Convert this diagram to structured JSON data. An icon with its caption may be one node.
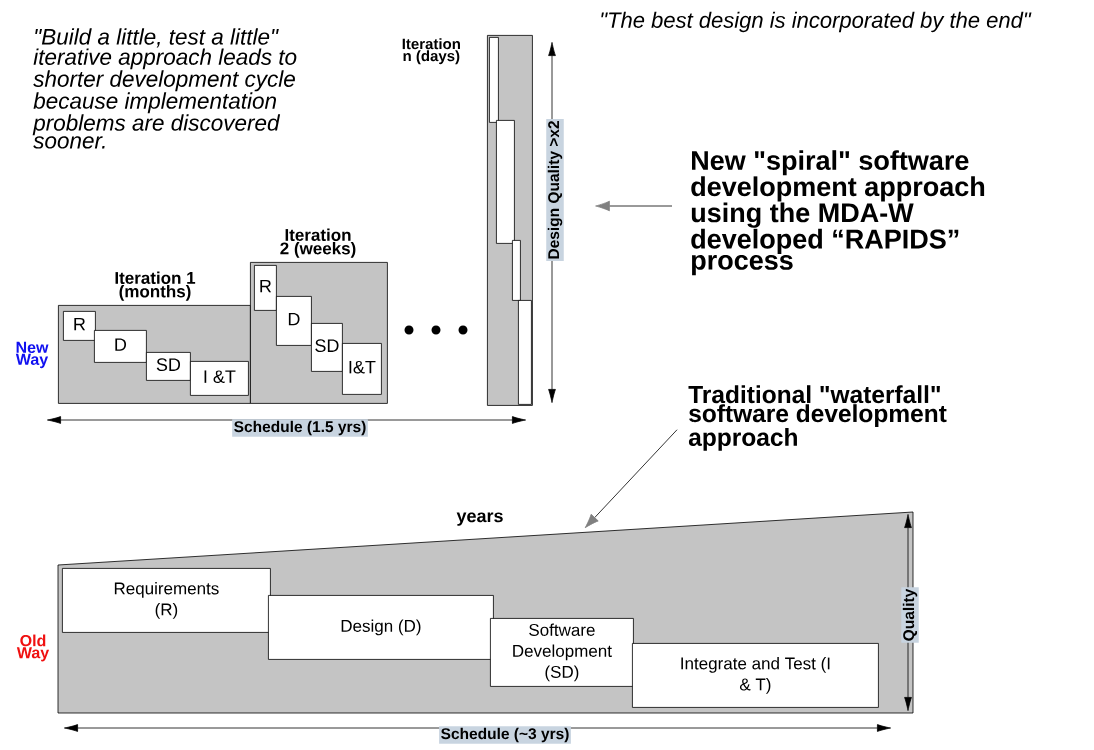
{
  "diagram": {
    "nodes": [
      {
        "text": [
          "Iteration 1 (months)"
        ]
      },
      {
        "text": [
          "R"
        ],
        "in": 0
      },
      {
        "text": [
          "D"
        ],
        "in": 0
      },
      {
        "text": [
          "SD"
        ],
        "in": 0
      },
      {
        "text": [
          "I &T"
        ],
        "in": 0
      },
      {
        "text": [
          "Iteration 2 (weeks)"
        ]
      },
      {
        "text": [
          "R"
        ],
        "in": 5
      },
      {
        "text": [
          "D"
        ],
        "in": 5
      },
      {
        "text": [
          "SD"
        ],
        "in": 5
      },
      {
        "text": [
          "I&T"
        ],
        "in": 5
      },
      {
        "text": [
          "Iteration n (days)"
        ]
      },
      {
        "text": [],
        "shape": "box",
        "in": 10
      },
      {
        "text": [],
        "shape": "box",
        "in": 10
      },
      {
        "text": [],
        "shape": "box",
        "in": 10
      },
      {
        "text": [],
        "shape": "box",
        "in": 10
      },
      {
        "text": [
          "New \"spiral\" software development approach using the MDA-W developed “RAPIDS” process"
        ]
      },
      {
        "text": [
          "Traditional \"waterfall\" software development approach"
        ]
      },
      {
        "text": [
          "years"
        ]
      },
      {
        "text": [
          "Requirements (R)"
        ],
        "in": 17
      },
      {
        "text": [
          "Design (D)"
        ],
        "in": 17
      },
      {
        "text": [
          "Software Development (SD)"
        ],
        "in": 17
      },
      {
        "text": [
          "Integrate and Test (I & T)"
        ],
        "in": 17
      }
    ],
    "edges": [
      {
        "from": 15,
        "to": 10,
        "arrow": "to"
      },
      {
        "from": 16,
        "to": 17,
        "arrow": "to"
      }
    ],
    "labels": [
      "\"Build a little, test a little\" iterative approach leads to shorter development cycle because implementation problems are discovered sooner.",
      "\"The best design is incorporated by the end\"",
      "Design Quality >x2",
      "New Way",
      "Schedule (1.5 yrs)",
      "Old Way",
      "Quality",
      "Schedule (~3 yrs)"
    ]
  }
}
